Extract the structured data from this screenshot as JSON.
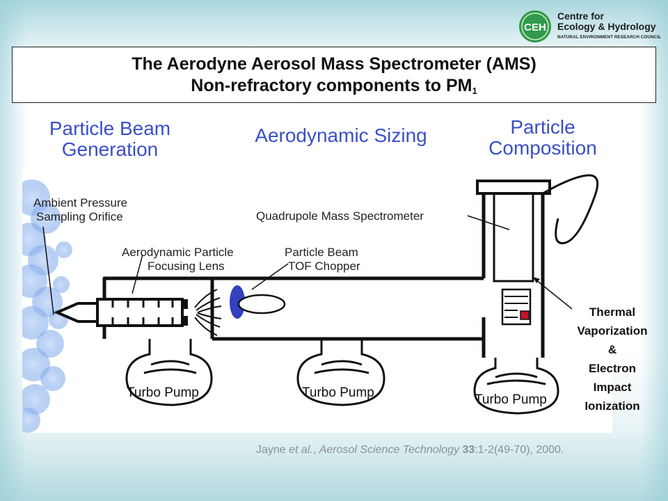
{
  "logo": {
    "badge": "CEH",
    "line1": "Centre for",
    "line2": "Ecology & Hydrology",
    "line3": "NATURAL ENVIRONMENT RESEARCH COUNCIL"
  },
  "title": {
    "line1": "The Aerodyne Aerosol Mass Spectrometer (AMS)",
    "line2": "Non-refractory components to PM",
    "line2_sub": "1"
  },
  "headings": {
    "beam_line1": "Particle Beam",
    "beam_line2": "Generation",
    "sizing": "Aerodynamic Sizing",
    "comp_line1": "Particle",
    "comp_line2": "Composition"
  },
  "diagram": {
    "ambient_line1": "Ambient Pressure",
    "ambient_line2": "Sampling Orifice",
    "lens_line1": "Aerodynamic Particle",
    "lens_line2": "Focusing Lens",
    "chopper_line1": "Particle Beam",
    "chopper_line2": "TOF Chopper",
    "quadrupole": "Quadrupole Mass Spectrometer",
    "pump1": "Turbo Pump",
    "pump2": "Turbo Pump",
    "pump3": "Turbo Pump"
  },
  "thermal": {
    "line1": "Thermal",
    "line2": "Vaporization",
    "line3": "&",
    "line4": "Electron",
    "line5": "Impact",
    "line6": "Ionization"
  },
  "citation": {
    "author": "Jayne ",
    "etal": "et al.",
    "sep": ", ",
    "journal": "Aerosol Science Technology",
    "sp": " ",
    "volume": "33",
    "rest": ":1-2(49-70), 2000."
  },
  "colors": {
    "heading_blue": "#3a4fc8",
    "chopper_blue": "#3340c0",
    "heater_red": "#c0142a",
    "cloud_blue": "#8fb8f0"
  }
}
